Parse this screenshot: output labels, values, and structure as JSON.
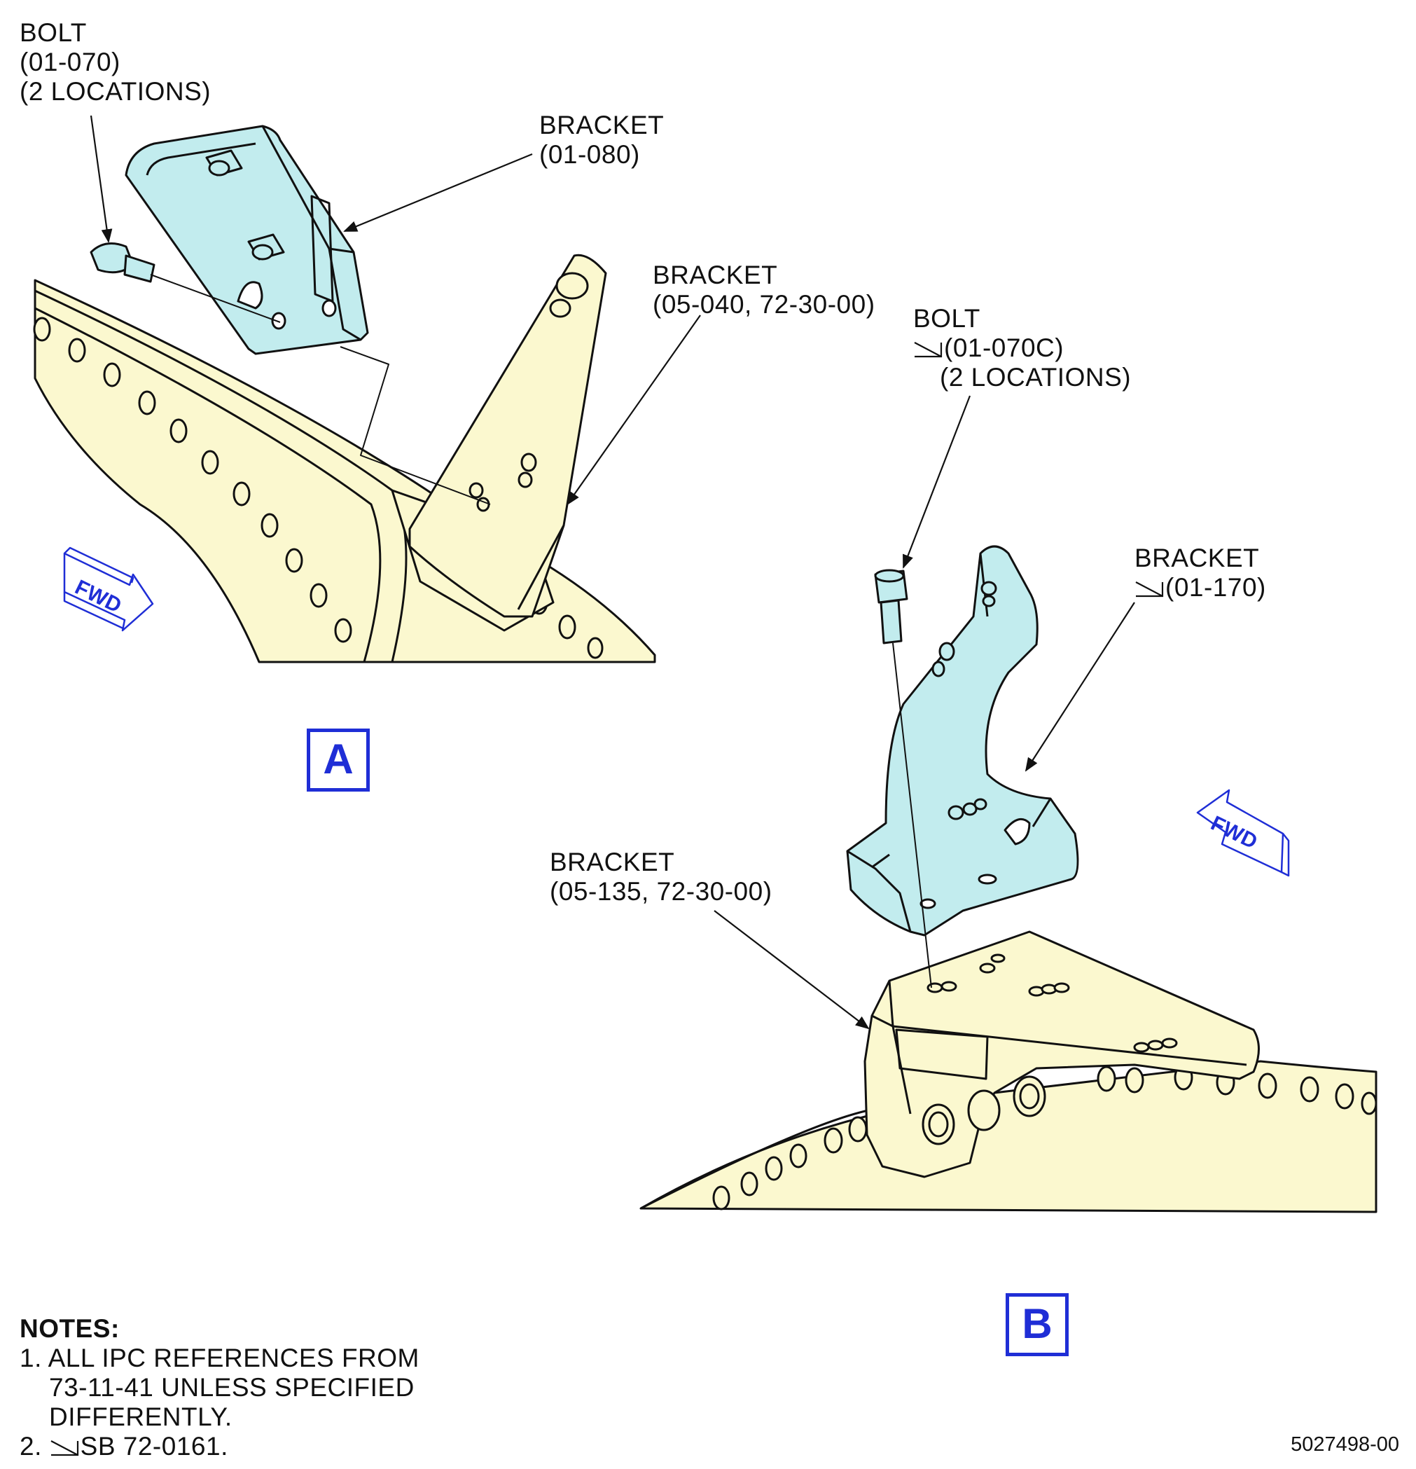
{
  "callouts": {
    "bolt_a": {
      "line1": "BOLT",
      "line2": "(01-070)",
      "line3": "(2 LOCATIONS)"
    },
    "bracket_080": {
      "line1": "BRACKET",
      "line2": "(01-080)"
    },
    "bracket_040": {
      "line1": "BRACKET",
      "line2": "(05-040, 72-30-00)"
    },
    "bolt_b": {
      "line1": "BOLT",
      "line2": "(01-070C)",
      "line3": "(2 LOCATIONS)"
    },
    "bracket_170": {
      "line1": "BRACKET",
      "line2": "(01-170)"
    },
    "bracket_135": {
      "line1": "BRACKET",
      "line2": "(05-135, 72-30-00)"
    }
  },
  "views": {
    "a": "A",
    "b": "B"
  },
  "fwd": "FWD",
  "notes": {
    "heading": "NOTES:",
    "n1_line1": "1. ALL IPC REFERENCES FROM",
    "n1_line2": "73-11-41 UNLESS SPECIFIED",
    "n1_line3": "DIFFERENTLY.",
    "n2_prefix": "2.",
    "n2_text": "SB 72-0161."
  },
  "document_number": "5027498-00",
  "colors": {
    "fitting": "#fbf8cf",
    "part_highlight": "#c2ecee",
    "view_label": "#1f2ed6"
  }
}
